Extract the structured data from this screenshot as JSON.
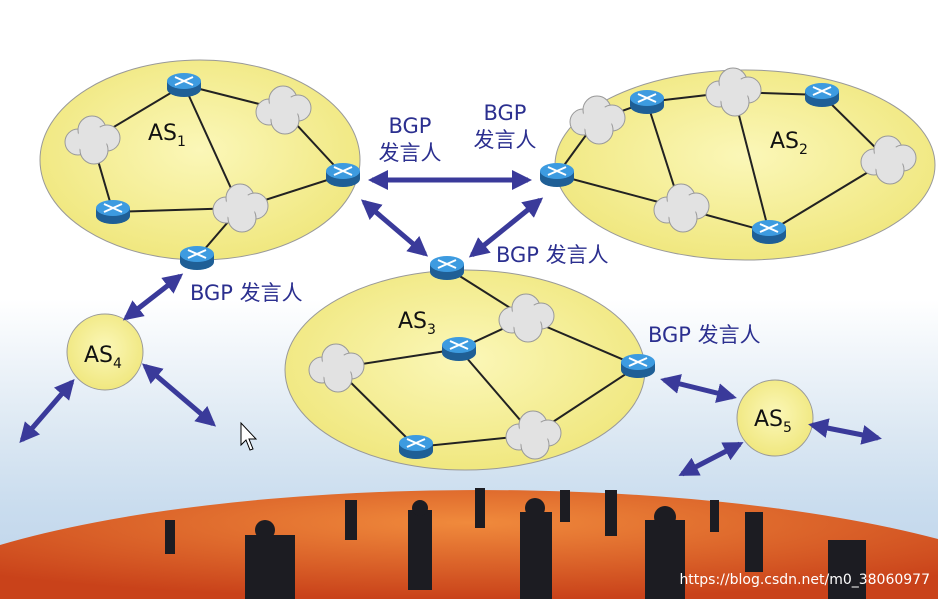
{
  "autonomous_systems": [
    {
      "id": "as1",
      "name": "AS",
      "subscript": "1"
    },
    {
      "id": "as2",
      "name": "AS",
      "subscript": "2"
    },
    {
      "id": "as3",
      "name": "AS",
      "subscript": "3"
    },
    {
      "id": "as4",
      "name": "AS",
      "subscript": "4"
    },
    {
      "id": "as5",
      "name": "AS",
      "subscript": "5"
    }
  ],
  "labels": {
    "speaker_left_line1": "BGP",
    "speaker_left_line2": "发言人",
    "speaker_right_line1": "BGP",
    "speaker_right_line2": "发言人",
    "speaker_as3_top": "BGP 发言人",
    "speaker_as1_bottom": "BGP 发言人",
    "speaker_as3_right": "BGP 发言人"
  },
  "watermark": "https://blog.csdn.net/m0_38060977",
  "colors": {
    "as_fill": "#f6f19a",
    "arrow": "#3a3a9a",
    "label": "#2b2f8f",
    "router": "#2f86c8",
    "planet": "#e0622a"
  }
}
